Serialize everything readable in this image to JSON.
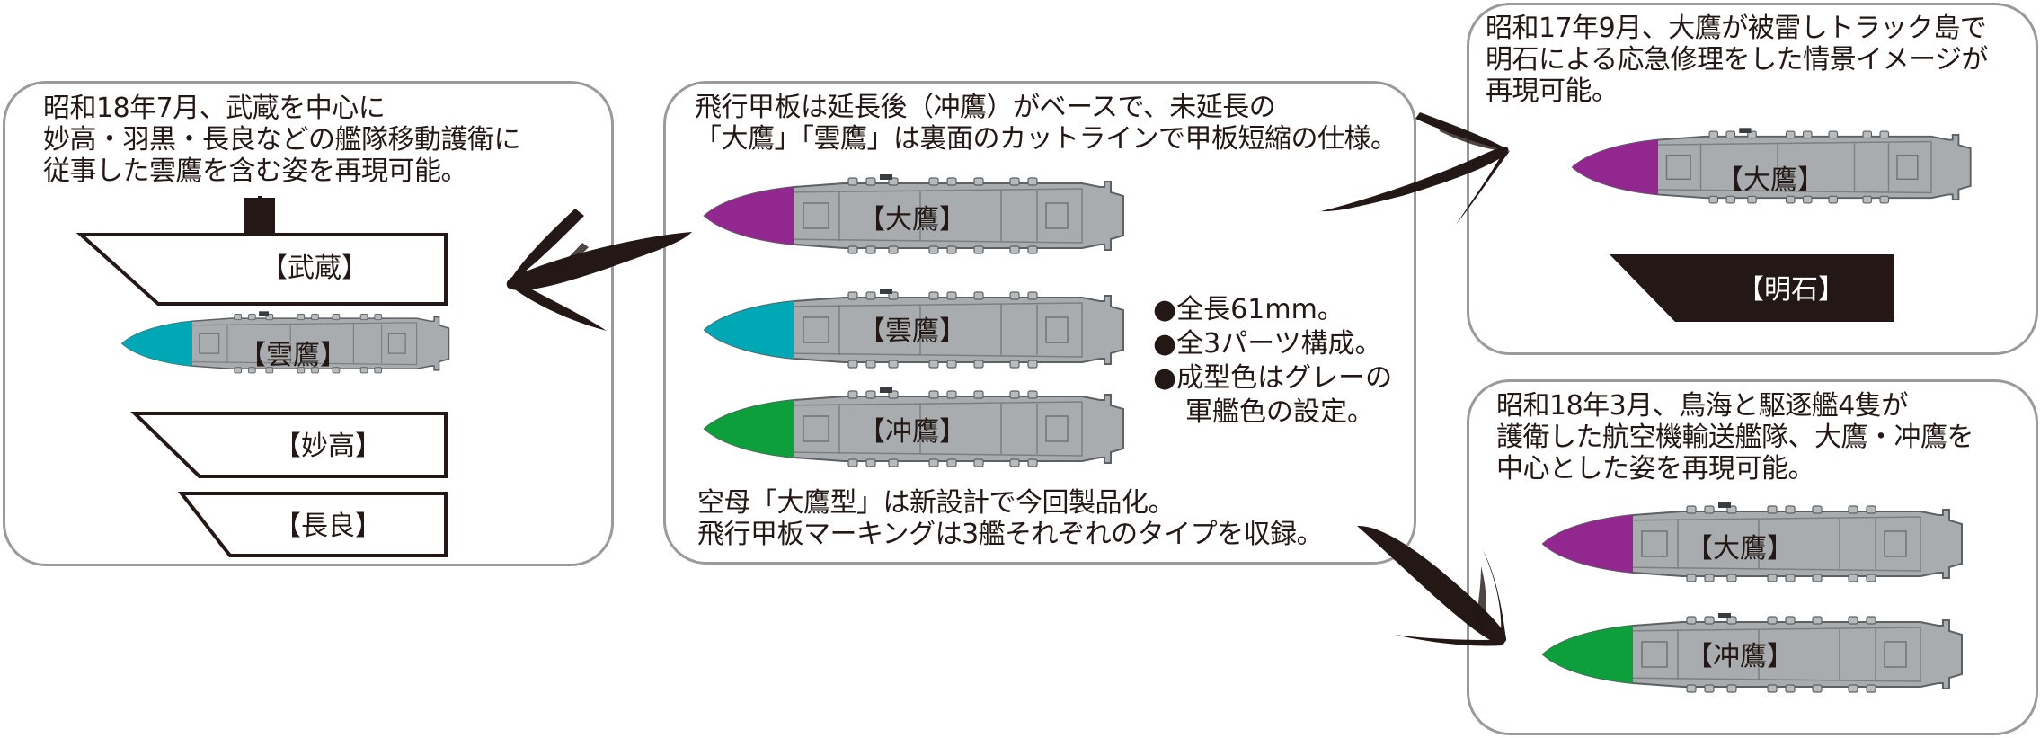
{
  "colors": {
    "taiyo_bow": "#92278f",
    "unyo_bow": "#00a7b4",
    "chuyo_bow": "#0c9f3c",
    "hull": "#a9acae",
    "hull_dark": "#5d6163",
    "panel_border": "#9a9a9a",
    "black": "#231815"
  },
  "left_panel": {
    "text": [
      "昭和18年7月、武蔵を中心に",
      "妙高・羽黒・長良などの艦隊移動護衛に",
      "従事した雲鷹を含む姿を再現可能。"
    ],
    "musashi_label": "【武蔵】",
    "unyo_label": "【雲鷹】",
    "myoko_label": "【妙高】",
    "nagara_label": "【長良】"
  },
  "center_panel": {
    "top_text": [
      "飛行甲板は延長後（冲鷹）がベースで、未延長の",
      "「大鷹」「雲鷹」は裏面のカットラインで甲板短縮の仕様。"
    ],
    "ships": [
      "【大鷹】",
      "【雲鷹】",
      "【冲鷹】"
    ],
    "specs": [
      "●全長61mm。",
      "●全3パーツ構成。",
      "●成型色はグレーの",
      "軍艦色の設定。"
    ],
    "bottom_text": [
      "空母「大鷹型」は新設計で今回製品化。",
      "飛行甲板マーキングは3艦それぞれのタイプを収録。"
    ]
  },
  "top_right_panel": {
    "text": [
      "昭和17年9月、大鷹が被雷しトラック島で",
      "明石による応急修理をした情景イメージが",
      "再現可能。"
    ],
    "ship_label": "【大鷹】",
    "akashi_label": "【明石】"
  },
  "bottom_right_panel": {
    "text": [
      "昭和18年3月、鳥海と駆逐艦4隻が",
      "護衛した航空機輸送艦隊、大鷹・冲鷹を",
      "中心とした姿を再現可能。"
    ],
    "ships": [
      "【大鷹】",
      "【冲鷹】"
    ]
  }
}
